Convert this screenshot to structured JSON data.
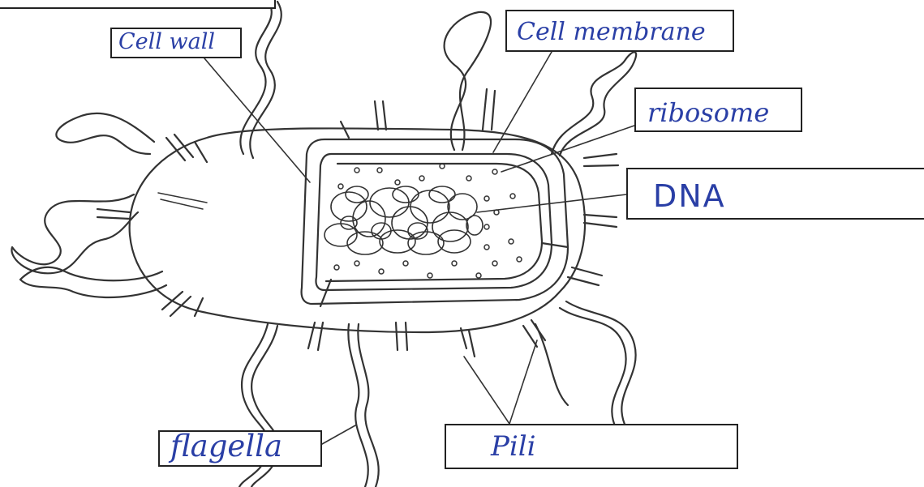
{
  "labels": {
    "cell_wall": "Cell wall",
    "cell_membrane": "Cell membrane",
    "ribosome": "ribosome",
    "dna": "DNA",
    "flagella": "flagella",
    "pili": "Pili"
  },
  "colors": {
    "ink": "#222222",
    "handwriting": "#2a3fa6",
    "background": "#ffffff"
  }
}
